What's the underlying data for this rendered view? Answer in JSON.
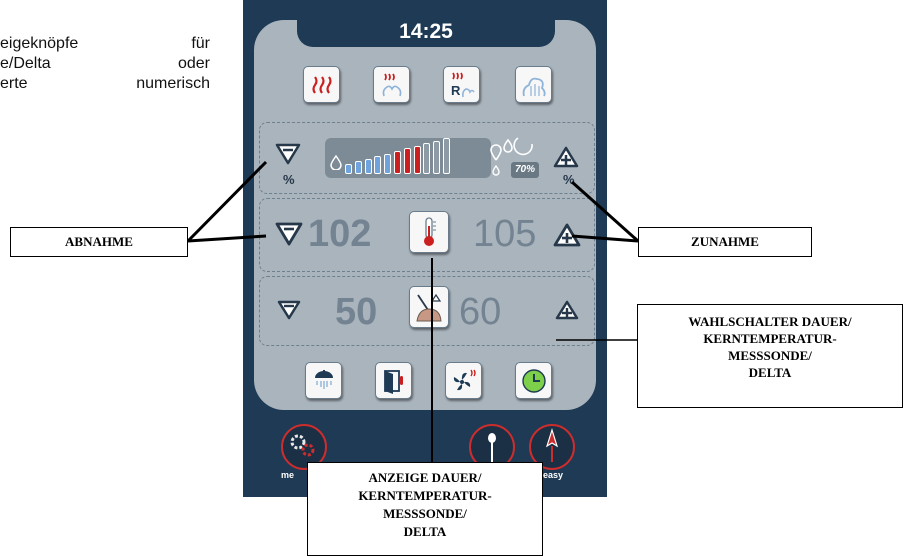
{
  "intro": {
    "line1_a": "eigeknöpfe",
    "line1_b": "für",
    "line2_a": "e/Delta",
    "line2_b": "oder",
    "line3_a": "erte",
    "line3_b": "numerisch"
  },
  "panel": {
    "time": "14:25",
    "humidity_percent": "70%",
    "humidity_level": 0.72,
    "pct_unit": "%",
    "core_temp_left": "102",
    "core_temp_right": "105",
    "duration_left": "50",
    "duration_right": "60",
    "mode_left_label": "me",
    "mode_right_label": "easy"
  },
  "labels": {
    "abnahme": "ABNAHME",
    "zunahme": "ZUNAHME",
    "wahl_1": "WAHLSCHALTER DAUER/",
    "wahl_2": "KERNTEMPERATUR-",
    "wahl_3": "MESSSONDE/",
    "wahl_4": "DELTA",
    "anz_1": "ANZEIGE DAUER/",
    "anz_2": "KERNTEMPERATUR-",
    "anz_3": "MESSSONDE/",
    "anz_4": "DELTA"
  },
  "colors": {
    "panel_dark": "#1e3a55",
    "face_grey": "#a9b4bd",
    "accent_red": "#cc1f1f",
    "bar_blue": "#6fa3dd",
    "button_green": "#7ed04a"
  }
}
